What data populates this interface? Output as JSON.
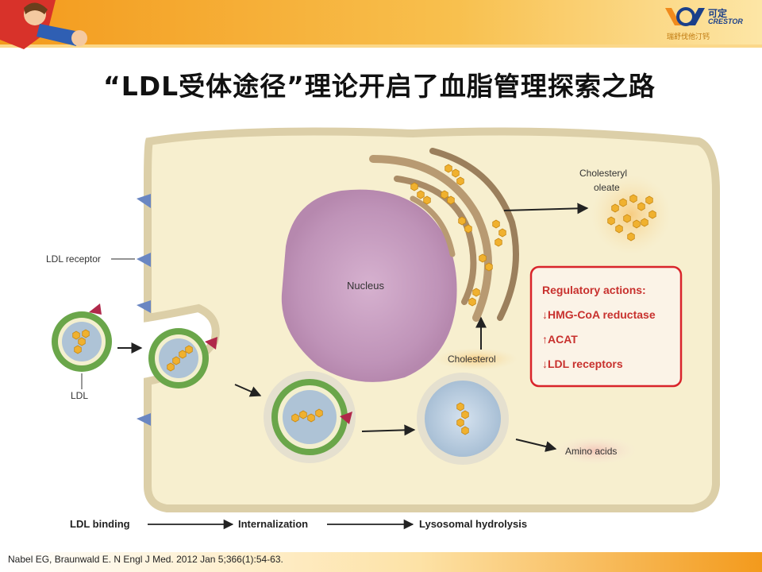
{
  "slide": {
    "title": "“LDL受体途径”理论开启了血脂管理探索之路",
    "citation": "Nabel EG, Braunwald E. N Engl J Med. 2012 Jan 5;366(1):54-63."
  },
  "logo": {
    "brand_cn": "可定",
    "brand_en": "CRESTOR",
    "slogan": "瑞舒伐他汀钙"
  },
  "diagram": {
    "labels": {
      "ldl_receptor": "LDL receptor",
      "ldl": "LDL",
      "nucleus": "Nucleus",
      "cholesterol": "Cholesterol",
      "cholesteryl_oleate_1": "Cholesteryl",
      "cholesteryl_oleate_2": "oleate",
      "amino_acids": "Amino acids"
    },
    "regulatory": {
      "heading": "Regulatory actions:",
      "items": [
        "↓HMG-CoA reductase",
        "↑ACAT",
        "↓LDL receptors"
      ]
    },
    "stages": [
      "LDL binding",
      "Internalization",
      "Lysosomal hydrolysis"
    ]
  },
  "colors": {
    "cell_fill": "#f7efcf",
    "cell_border": "#dccfa8",
    "nucleus": "#c39bbb",
    "ldl_outer_ring": "#6aa64a",
    "cholesterol_hex": "#f0b12f",
    "regulatory_border": "#d9242b",
    "regulatory_text": "#c8312e",
    "title_band": "#f5a623"
  }
}
